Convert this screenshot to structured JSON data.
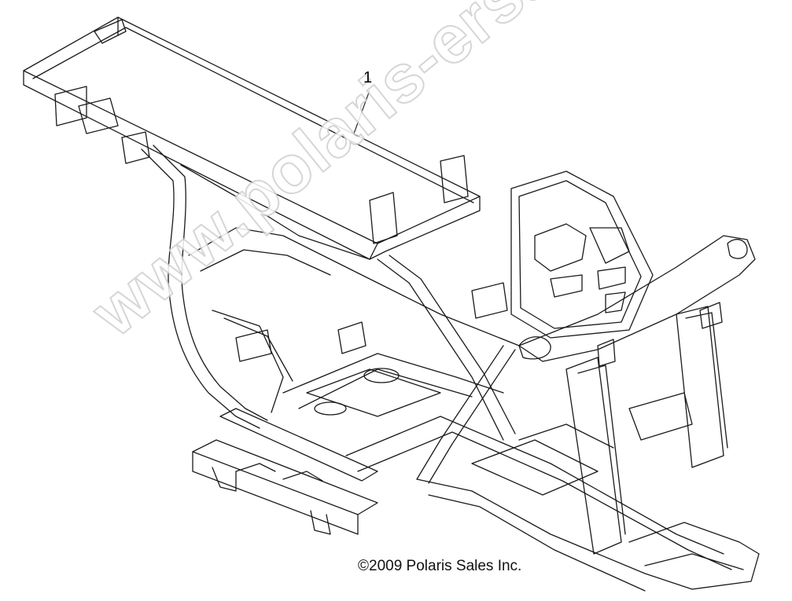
{
  "diagram": {
    "callout_number": "1",
    "copyright": "©2009 Polaris Sales Inc.",
    "watermark": "www.polaris-ersatzteile.de"
  },
  "colors": {
    "line": "#1a1a1a",
    "background": "#ffffff",
    "watermark_outline": "#cfcfcf"
  }
}
